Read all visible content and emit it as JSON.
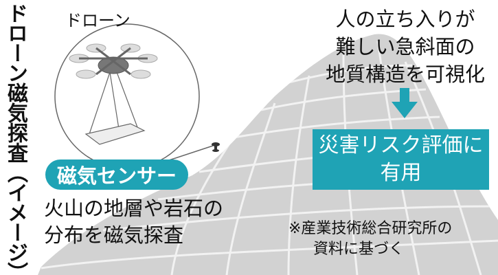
{
  "title": "ドローン磁気探査（イメージ）",
  "drone_label": "ドローン",
  "sensor_badge": "磁気センサー",
  "survey_text": {
    "line1": "火山の地層や岩石の",
    "line2": "分布を磁気探査"
  },
  "visualize_text": {
    "line1": "人の立ち入りが",
    "line2": "難しい急斜面の",
    "line3": "地質構造を可視化"
  },
  "result_box": {
    "line1": "災害リスク評価に",
    "line2": "有用"
  },
  "source_note": {
    "line1": "※産業技術総合研究所の",
    "line2": "資料に基づく"
  },
  "colors": {
    "accent": "#1fa3b5",
    "mountain": "#d2d2d2",
    "grid": "#f0f0f0"
  }
}
